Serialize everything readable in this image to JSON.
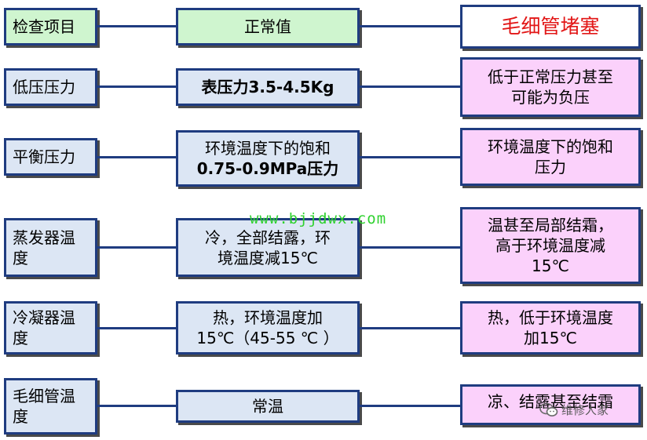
{
  "header": {
    "col1": "检查项目",
    "col2": "正常值",
    "col3": "毛细管堵塞"
  },
  "rows": [
    {
      "item": [
        "低压压力"
      ],
      "normal": [
        "表压力3.5-4.5Kg"
      ],
      "blocked": [
        "低于正常压力甚至",
        "可能为负压"
      ]
    },
    {
      "item": [
        "平衡压力"
      ],
      "normal": [
        "环境温度下的饱和",
        "0.75-0.9MPa压力"
      ],
      "blocked": [
        "环境温度下的饱和",
        "压力"
      ]
    },
    {
      "item": [
        "蒸发器温",
        "度"
      ],
      "normal": [
        "冷，全部结露，环",
        "境温度减15℃"
      ],
      "blocked": [
        "温甚至局部结霜，",
        "高于环境温度减",
        "15℃"
      ]
    },
    {
      "item": [
        "冷凝器温",
        "度"
      ],
      "normal": [
        "热，环境温度加",
        "15℃（45-55 ℃ ）"
      ],
      "blocked": [
        "热，低于环境温度",
        "加15℃"
      ]
    },
    {
      "item": [
        "毛细管温",
        "度"
      ],
      "normal": [
        "常温"
      ],
      "blocked": [
        "凉、结露甚至结霜"
      ]
    }
  ],
  "watermark": "www.bjjdwx.com",
  "badge": {
    "text": "维修人家",
    "icon": "wechat-icon"
  },
  "colors": {
    "border": "#1f3c80",
    "header_fill": "#cff5cf",
    "normal_fill": "#dce6f4",
    "blocked_fill": "#fbd1fb",
    "header_accent": "#e21717",
    "watermark": "#2ed12e"
  }
}
